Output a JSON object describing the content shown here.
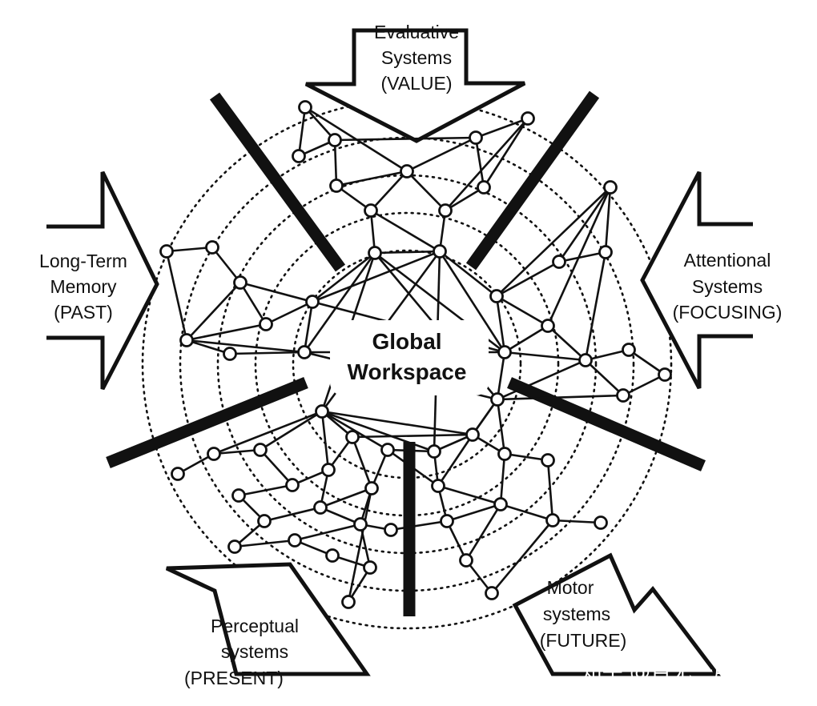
{
  "center": {
    "line1": "Global",
    "line2": "Workspace"
  },
  "regions": {
    "evaluative": {
      "lines": [
        "Evaluative",
        "Systems",
        "(VALUE)"
      ]
    },
    "memory": {
      "lines": [
        "Long-Term",
        "Memory",
        "(PAST)"
      ]
    },
    "attentional": {
      "lines": [
        "Attentional",
        "Systems",
        "(FOCUSING)"
      ]
    },
    "perceptual": {
      "lines": [
        "Perceptual",
        "systems",
        "(PRESENT)"
      ]
    },
    "motor": {
      "lines": [
        "Motor",
        "systems",
        "(FUTURE)"
      ]
    }
  },
  "watermark": "知乎 @百无一用谧书生",
  "colors": {
    "ink": "#111111",
    "background": "#ffffff"
  }
}
